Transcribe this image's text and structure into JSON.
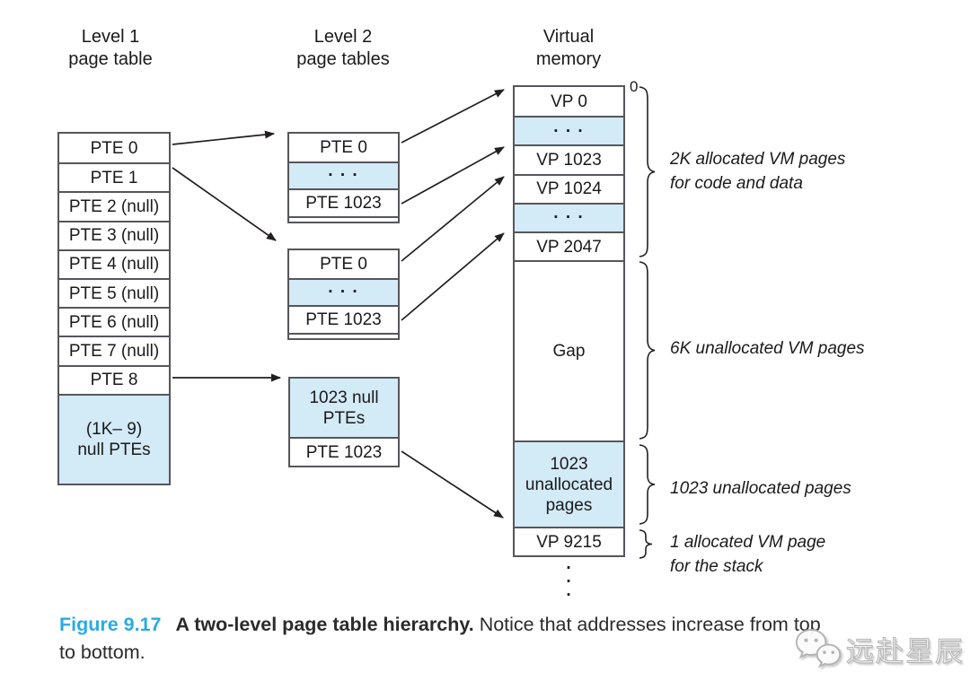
{
  "figure": {
    "columns": {
      "level1_title": "Level 1\npage table",
      "level2_title": "Level 2\npage tables",
      "vm_title": "Virtual\nmemory"
    },
    "level1": {
      "rows": [
        "PTE 0",
        "PTE 1",
        "PTE 2 (null)",
        "PTE 3 (null)",
        "PTE 4 (null)",
        "PTE 5 (null)",
        "PTE 6 (null)",
        "PTE 7 (null)",
        "PTE 8",
        "(1K– 9)\nnull PTEs"
      ]
    },
    "level2": {
      "table1": {
        "rows": [
          "PTE 0",
          "· · ·",
          "PTE 1023"
        ]
      },
      "table2": {
        "rows": [
          "PTE 0",
          "· · ·",
          "PTE 1023"
        ]
      },
      "table3": {
        "rows": [
          "1023 null\nPTEs",
          "PTE 1023"
        ]
      }
    },
    "vm": {
      "address_origin": "0",
      "rows": [
        "VP 0",
        "· · ·",
        "VP 1023",
        "VP 1024",
        "· · ·",
        "VP 2047",
        "Gap",
        "1023\nunallocated\npages",
        "VP 9215"
      ],
      "ellipsis": "·\n·\n·"
    },
    "annotations": [
      "2K allocated VM pages\nfor code and data",
      "6K unallocated VM pages",
      "1023 unallocated pages",
      "1 allocated VM page\nfor the stack"
    ]
  },
  "caption": {
    "figure_label": "Figure 9.17",
    "title": "A two-level page table hierarchy.",
    "text_line1": "Notice that addresses increase from top",
    "text_line2": "to bottom."
  },
  "watermark": {
    "text": "远赴星辰"
  },
  "colors": {
    "shaded_cell": "#d3eaf7",
    "caption_accent": "#29abe2",
    "line": "#231f20",
    "border": "#55565b"
  }
}
